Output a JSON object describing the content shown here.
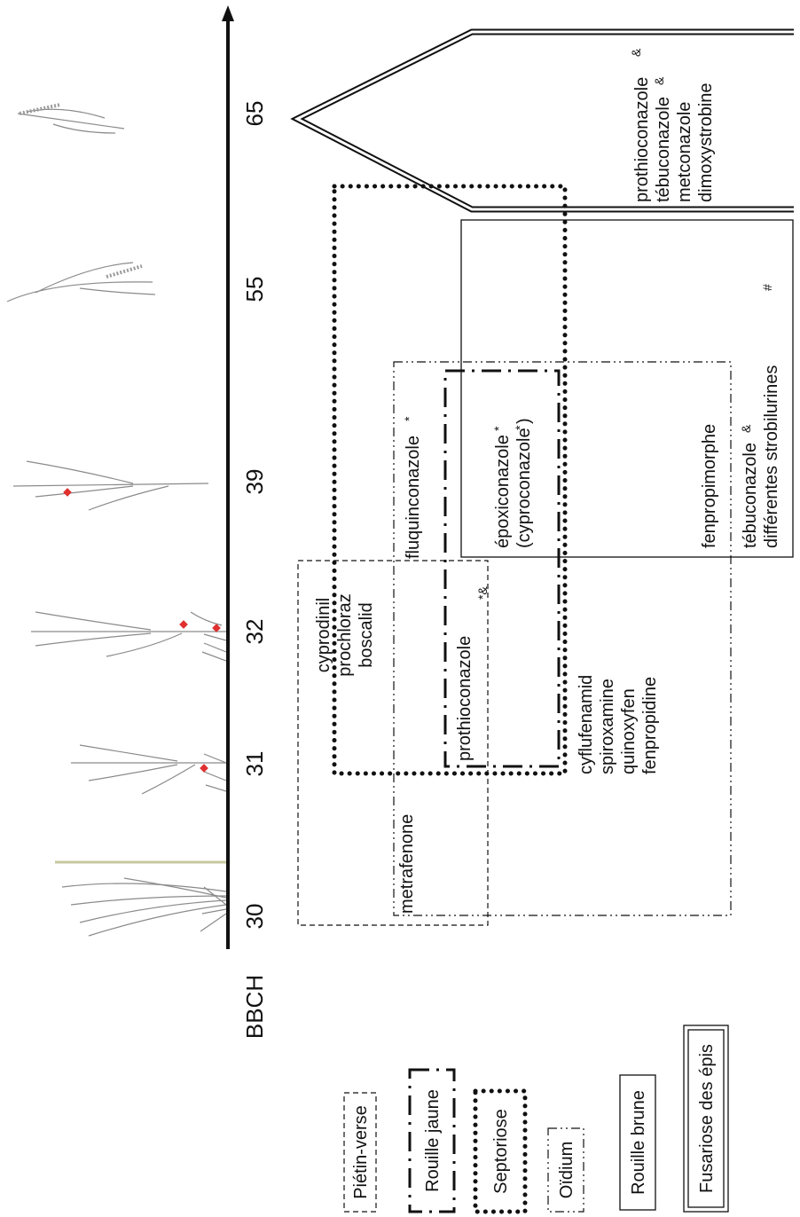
{
  "axis": {
    "title": "BBCH",
    "stages": [
      "30",
      "31",
      "32",
      "39",
      "55",
      "65"
    ]
  },
  "legend": [
    {
      "id": "pietin",
      "label": "Piétin-verse",
      "style": "dashed"
    },
    {
      "id": "rouille_jaune",
      "label": "Rouille jaune",
      "style": "dash-dot-bold"
    },
    {
      "id": "septoriose",
      "label": "Septoriose",
      "style": "dotted-bold"
    },
    {
      "id": "oidium",
      "label": "Oïdium",
      "style": "dash-dot"
    },
    {
      "id": "rouille_brune",
      "label": "Rouille brune",
      "style": "solid"
    },
    {
      "id": "fusariose",
      "label": "Fusariose des épis",
      "style": "double"
    }
  ],
  "groups": {
    "pietin": {
      "lines": [
        "cyprodinil",
        "prochloraz",
        "boscalid"
      ]
    },
    "oidium": {
      "metrafenone": "metrafenone",
      "fluquinconazole": "fluquinconazole",
      "fluquinconazole_mark": "*",
      "lines": [
        "cyflufenamid",
        "spiroxamine",
        "quinoxyfen",
        "fenpropidine"
      ]
    },
    "rouille_jaune": {
      "prothioconazole": "prothioconazole",
      "prothioconazole_marks": "*&",
      "epoxiconazole": "époxiconazole",
      "epoxiconazole_mark": "*",
      "cyproconazole": "(cyproconazole",
      "cyproconazole_suffix": ")",
      "cyproconazole_mark": "*"
    },
    "rouille_brune": {
      "fenpropimorphe": "fenpropimorphe",
      "tebuconazole": "tébuconazole",
      "tebuconazole_mark": "&",
      "strobilurines": "différentes strobilurines",
      "strobilurines_mark": "#"
    },
    "fusariose": {
      "prothioconazole": "prothioconazole",
      "prothioconazole_mark": "&",
      "tebuconazole": "tébuconazole",
      "tebuconazole_mark": "&",
      "metconazole": "metconazole",
      "dimoxystrobine": "dimoxystrobine"
    }
  }
}
